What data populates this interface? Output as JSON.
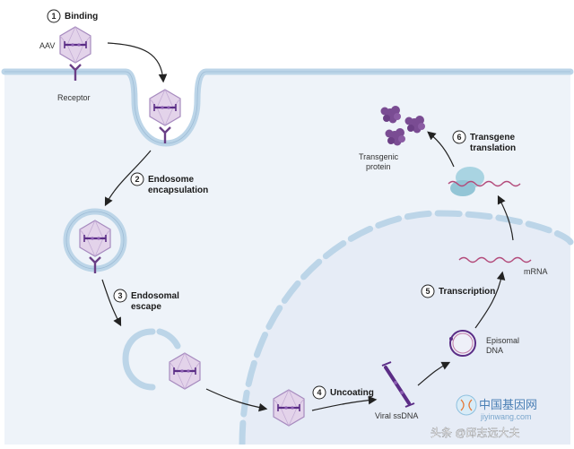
{
  "steps": [
    {
      "number": "1",
      "title_lines": [
        "Binding"
      ]
    },
    {
      "number": "2",
      "title_lines": [
        "Endosome",
        "encapsulation"
      ]
    },
    {
      "number": "3",
      "title_lines": [
        "Endosomal",
        "escape"
      ]
    },
    {
      "number": "4",
      "title_lines": [
        "Uncoating"
      ]
    },
    {
      "number": "5",
      "title_lines": [
        "Transcription"
      ]
    },
    {
      "number": "6",
      "title_lines": [
        "Transgene",
        "translation"
      ]
    }
  ],
  "labels": {
    "aav": "AAV",
    "receptor": "Receptor",
    "transgenic_protein_lines": [
      "Transgenic",
      "protein"
    ],
    "mrna": "mRNA",
    "episomal_dna_lines": [
      "Episomal",
      "DNA"
    ],
    "viral_ssdna": "Viral ssDNA"
  },
  "watermark": {
    "site_name": "中国基因网",
    "site_url": "jiyinwang.com",
    "author": "头条 @邱志远大夫"
  },
  "colors": {
    "membrane": "#bcd5e8",
    "membrane_edge": "#9dbcd6",
    "cytoplasm": "#eef3f9",
    "nucleus": "#e6ecf6",
    "capsid_fill": "#e3d3ea",
    "capsid_stroke": "#a78bbf",
    "dna_purple": "#5b2d86",
    "receptor": "#6a3e86",
    "protein": "#7a4c93",
    "mrna": "#b34a7a",
    "ribosome": "#a9d4e2"
  }
}
